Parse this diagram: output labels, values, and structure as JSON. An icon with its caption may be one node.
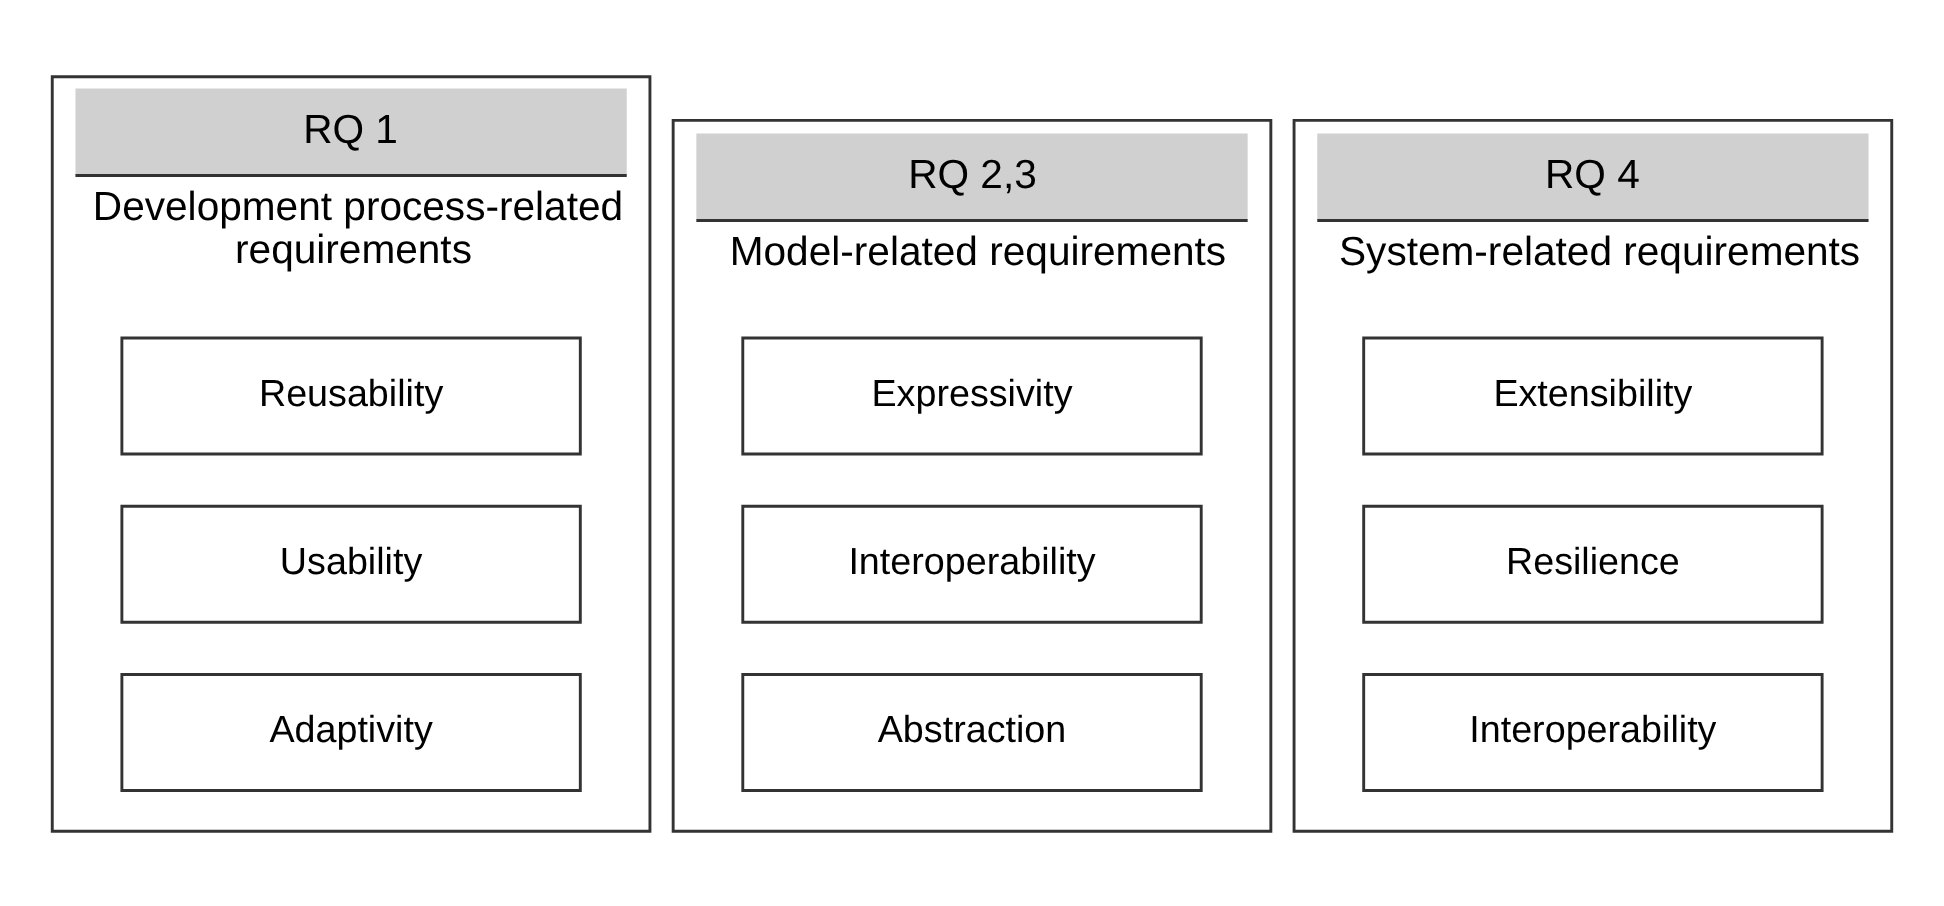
{
  "diagram": {
    "nodes": [
      {
        "text": [
          "RQ 1",
          "Development process-related requirements"
        ]
      },
      {
        "text": [
          "Reusability"
        ],
        "in": 0
      },
      {
        "text": [
          "Usability"
        ],
        "in": 0
      },
      {
        "text": [
          "Adaptivity"
        ],
        "in": 0
      },
      {
        "text": [
          "RQ 2,3",
          "Model-related requirements"
        ]
      },
      {
        "text": [
          "Expressivity"
        ],
        "in": 4
      },
      {
        "text": [
          "Interoperability"
        ],
        "in": 4
      },
      {
        "text": [
          "Abstraction"
        ],
        "in": 4
      },
      {
        "text": [
          "RQ 4",
          "System-related requirements"
        ]
      },
      {
        "text": [
          "Extensibility"
        ],
        "in": 8
      },
      {
        "text": [
          "Resilience"
        ],
        "in": 8
      },
      {
        "text": [
          "Interoperability"
        ],
        "in": 8
      }
    ],
    "edges": []
  }
}
